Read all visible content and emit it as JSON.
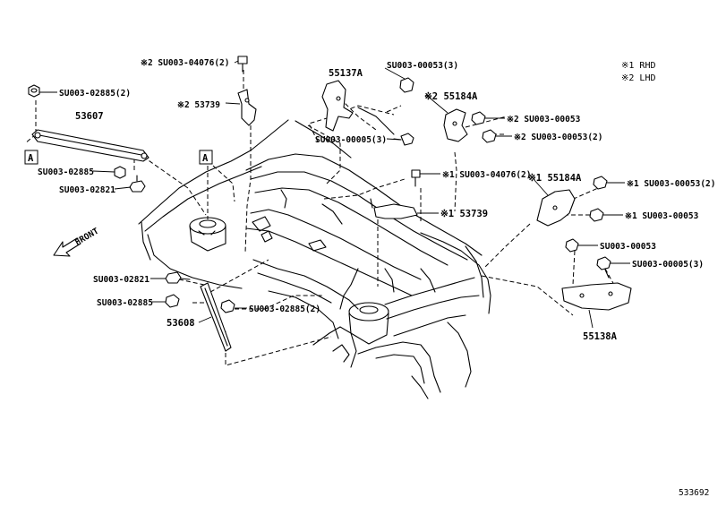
{
  "legend": {
    "rhd": "※1 RHD",
    "lhd": "※2 LHD"
  },
  "direction": "FRONT",
  "view_marker": "A",
  "reference_number": "533692",
  "callouts": {
    "c01": "※2 SU003-04076(2)",
    "c02": "※2 53739",
    "c03": "SU003-02885(2)",
    "c04": "53607",
    "c05": "SU003-02885",
    "c06": "SU003-02821",
    "c07": "55137A",
    "c08": "SU003-00053(3)",
    "c09": "SU003-00005(3)",
    "c10": "※2 55184A",
    "c11": "※2 SU003-00053",
    "c12": "※2 SU003-00053(2)",
    "c13": "※1 SU003-04076(2)",
    "c14": "※1 53739",
    "c15": "※1 55184A",
    "c16": "※1 SU003-00053(2)",
    "c17": "※1 SU003-00053",
    "c18": "SU003-00053",
    "c19": "SU003-00005(3)",
    "c20": "55138A",
    "c21": "SU003-02821",
    "c22": "SU003-02885",
    "c23": "53608",
    "c24": "SU003-02885(2)"
  }
}
